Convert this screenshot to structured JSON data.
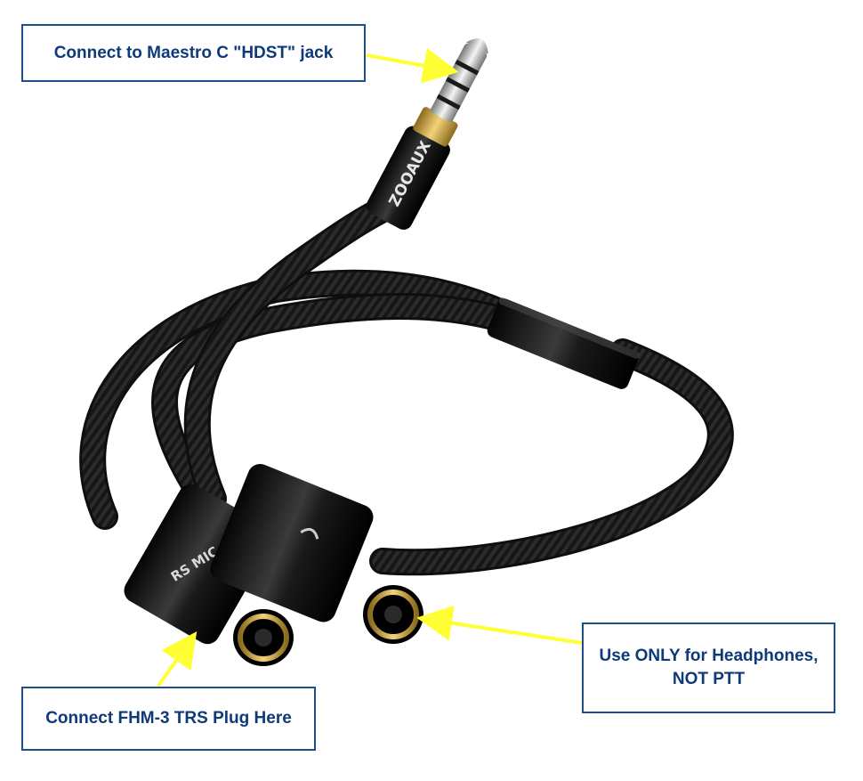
{
  "callouts": {
    "hdst_jack": "Connect to Maestro C \"HDST\" jack",
    "trs_plug": "Connect FHM-3 TRS Plug Here",
    "headphones_line1": "Use ONLY for Headphones,",
    "headphones_line2": "NOT PTT"
  },
  "product": {
    "brand": "ZOOAUX",
    "mic_port_marking": "RS MIC"
  },
  "colors": {
    "callout_text": "#0f3a7a",
    "callout_border": "#1f4e8c",
    "arrow": "#ffff33",
    "cable": "#1b1b1b",
    "gold_plating": "#c9a13a"
  }
}
